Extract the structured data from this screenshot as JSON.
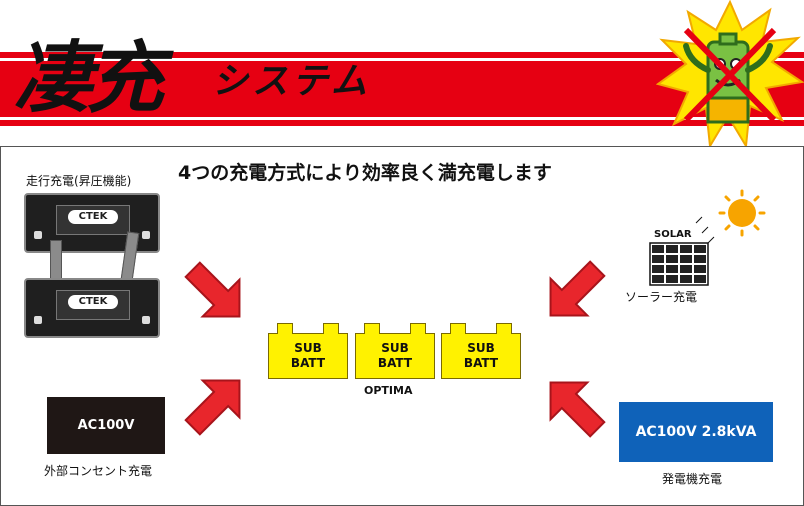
{
  "header": {
    "title": "凄充",
    "subtitle": "システム",
    "band_color": "#e60012"
  },
  "headline": "4つの充電方式により効率良く満充電します",
  "sources": {
    "alternator": {
      "label": "走行充電(昇圧機能)",
      "device_brand": "CTEK"
    },
    "solar": {
      "label": "ソーラー充電",
      "panel_text": "SOLAR"
    },
    "shore_power": {
      "label": "外部コンセント充電",
      "box_text": "AC100V"
    },
    "generator": {
      "label": "発電機充電",
      "box_text": "AC100V 2.8kVA",
      "box_color": "#0f62b9"
    }
  },
  "batteries": {
    "units": [
      {
        "line1": "SUB",
        "line2": "BATT"
      },
      {
        "line1": "SUB",
        "line2": "BATT"
      },
      {
        "line1": "SUB",
        "line2": "BATT"
      }
    ],
    "brand_label": "OPTIMA",
    "color": "#fff200"
  },
  "icons": {
    "mascot": "battery-mascot-icon",
    "arrow": "arrow-icon",
    "sun": "sun-icon"
  },
  "arrow_color": "#e8262c"
}
